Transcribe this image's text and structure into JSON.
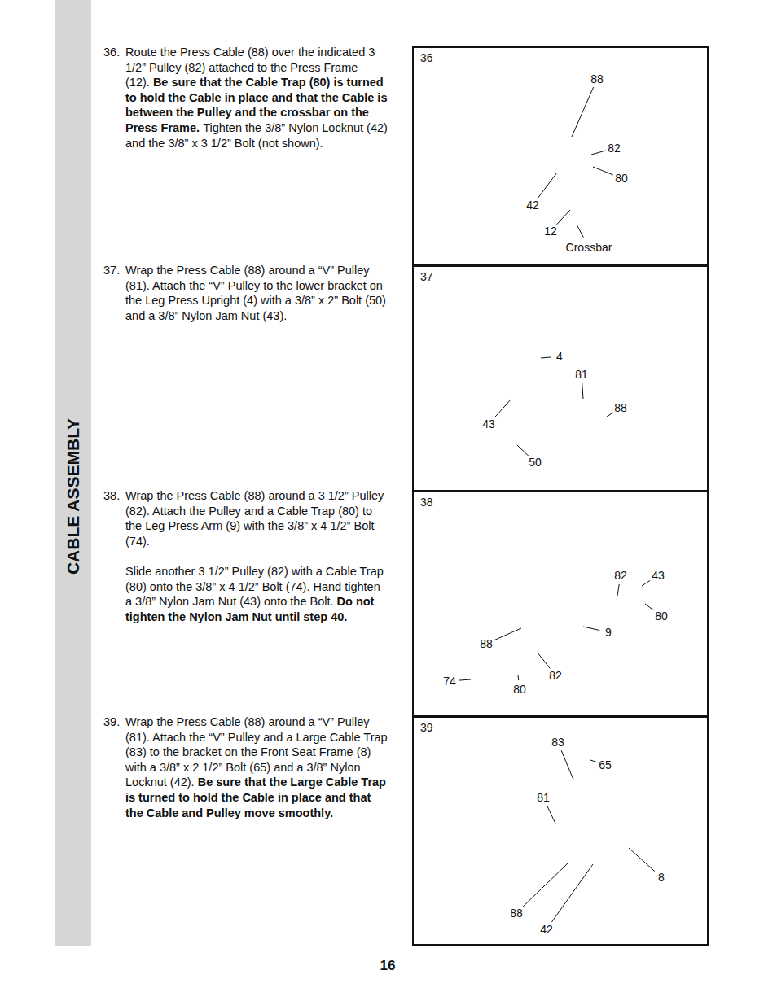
{
  "diagram": {
    "nodes": [
      {
        "text": [
          "CABLE ASSEMBLY"
        ]
      },
      {
        "text": [
          "36"
        ]
      },
      {
        "text": [
          "37"
        ]
      },
      {
        "text": [
          "38"
        ]
      },
      {
        "text": [
          "39"
        ]
      }
    ],
    "labels": [
      "36.",
      "Route the Press Cable (88) over the indicated 3 1/2” Pulley (82) attached to the Press Frame (12).",
      "Be sure that the Cable Trap (80) is turned to hold the Cable in place and that the Cable is between the Pulley and the crossbar on the Press Frame.",
      "Tighten the 3/8” Nylon Locknut (42) and the 3/8” x 3 1/2” Bolt (not shown).",
      "37.",
      "Wrap the Press Cable (88) around a “V” Pulley (81). Attach the “V” Pulley to the lower bracket on the Leg Press Upright (4) with a 3/8” x 2” Bolt (50) and a 3/8” Nylon Jam Nut (43).",
      "38.",
      "Wrap the Press Cable (88) around a 3 1/2” Pulley (82). Attach the Pulley and a Cable Trap (80) to the Leg Press Arm (9) with the 3/8” x 4 1/2” Bolt (74).",
      "Slide another 3 1/2” Pulley (82) with a Cable Trap (80) onto the 3/8” x 4 1/2” Bolt (74). Hand tighten a 3/8” Nylon Jam Nut (43) onto the Bolt.",
      "Do not tighten the Nylon Jam Nut until step 40.",
      "39.",
      "Wrap the Press Cable (88) around a “V” Pulley (81). Attach the “V” Pulley and a Large Cable Trap (83) to the bracket on the Front Seat Frame (8) with a 3/8” x 2 1/2” Bolt (65) and a 3/8” Nylon Locknut (42).",
      "Be sure that the Large Cable Trap is turned to hold the Cable in place and that the Cable and Pulley move smoothly.",
      "88",
      "82",
      "80",
      "42",
      "12",
      "Crossbar",
      "4",
      "81",
      "88",
      "43",
      "50",
      "82",
      "43",
      "80",
      "9",
      "88",
      "74",
      "82",
      "80",
      "83",
      "65",
      "81",
      "8",
      "88",
      "42",
      "16"
    ]
  }
}
